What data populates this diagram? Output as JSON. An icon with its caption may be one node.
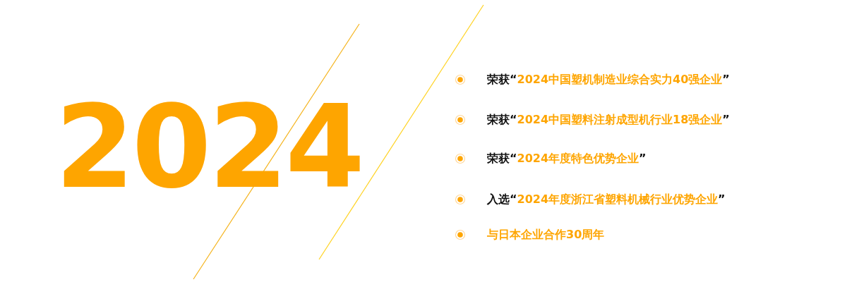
{
  "diagram": {
    "labels": [
      "2024",
      "荣获“2024中国塑机制造业综合实力40强企业”",
      "荣获“2024中国塑料注射成型机行业18强企业”",
      "荣获“2024年度特色优势企业”",
      "入选“2024年度浙江省塑料机械行业优势企业”",
      "与日本企业合作30周年"
    ]
  }
}
